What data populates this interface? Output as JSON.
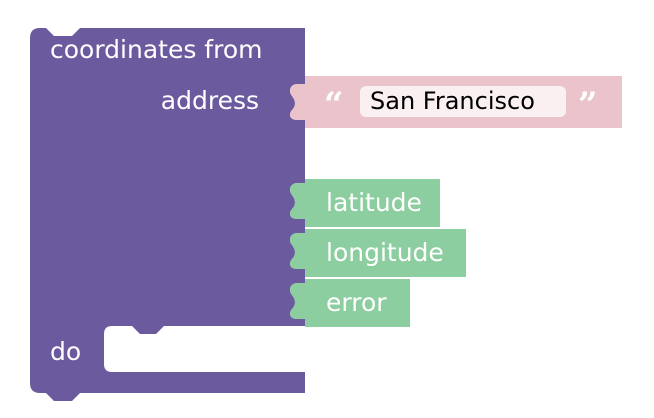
{
  "block": {
    "header_label": "coordinates from",
    "address_label": "address",
    "do_label": "do",
    "color": "#6b5b9e"
  },
  "address_input": {
    "open_quote": "“",
    "value": "San Francisco",
    "close_quote": "”",
    "color": "#ebc3cb"
  },
  "outputs": {
    "color": "#8cce9f",
    "items": [
      {
        "label": "latitude"
      },
      {
        "label": "longitude"
      },
      {
        "label": "error"
      }
    ]
  }
}
